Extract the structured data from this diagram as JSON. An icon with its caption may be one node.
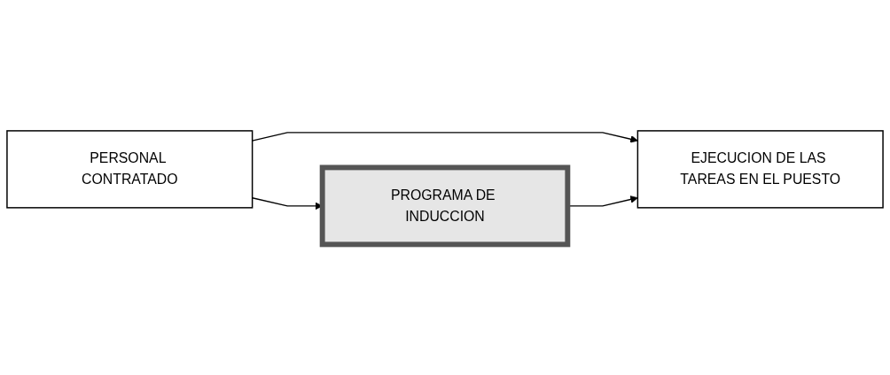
{
  "diagram": {
    "nodes": [
      {
        "text": [
          "PERSONAL CONTRATADO"
        ]
      },
      {
        "text": [
          "EJECUCION DE LAS TAREAS EN EL PUESTO"
        ]
      },
      {
        "text": [
          "PROGRAMA DE INDUCCION"
        ]
      }
    ],
    "edges": [
      {
        "from": 0,
        "to": 1,
        "arrow": "to"
      },
      {
        "from": 0,
        "to": 2,
        "arrow": "to"
      },
      {
        "from": 2,
        "to": 1,
        "arrow": "to"
      }
    ]
  }
}
